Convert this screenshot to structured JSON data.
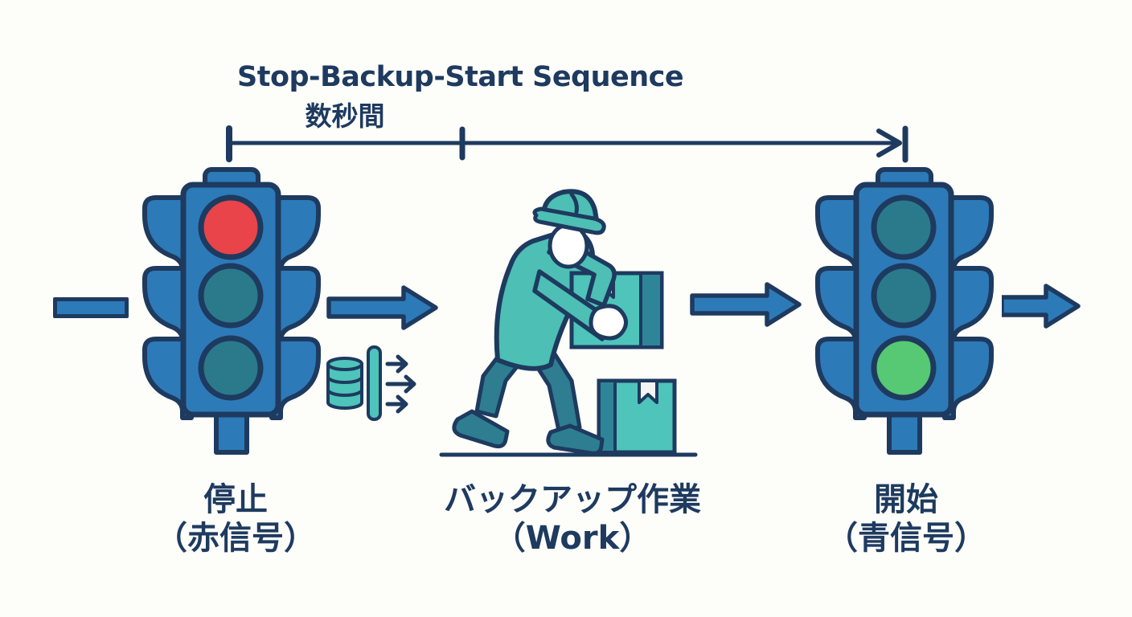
{
  "title": "Stop-Backup-Start Sequence",
  "timeline": {
    "duration_label": "数秒間",
    "description": "timeline-arrow with start tick, middle tick and arrowhead end"
  },
  "stages": [
    {
      "id": "stop",
      "icon": "traffic-light-stop-icon",
      "active_light": "red",
      "label_line1": "停止",
      "label_line2": "（赤信号）"
    },
    {
      "id": "backup",
      "icon": "worker-backup-icon",
      "label_line1": "バックアップ作業",
      "label_line2": "（Work）"
    },
    {
      "id": "start",
      "icon": "traffic-light-go-icon",
      "active_light": "green",
      "label_line1": "開始",
      "label_line2": "（青信号）"
    }
  ],
  "icons": [
    "flow-arrow-icon",
    "database-transfer-icon",
    "traffic-light-stop-icon",
    "worker-backup-icon",
    "traffic-light-go-icon",
    "timeline-arrow-icon"
  ],
  "colors": {
    "background": "#fdfdfa",
    "navy_outline_text": "#1e3a5f",
    "blue": "#2d7ab8",
    "red_light": "#e84449",
    "inactive_light_teal": "#2a7a8c",
    "green_light": "#57c873",
    "worker_teal": "#4dbfb4",
    "dark_teal": "#2e7d91",
    "box_teal": "#4ec4ba",
    "box_strip_teal": "#2e8598",
    "white": "#ffffff"
  }
}
